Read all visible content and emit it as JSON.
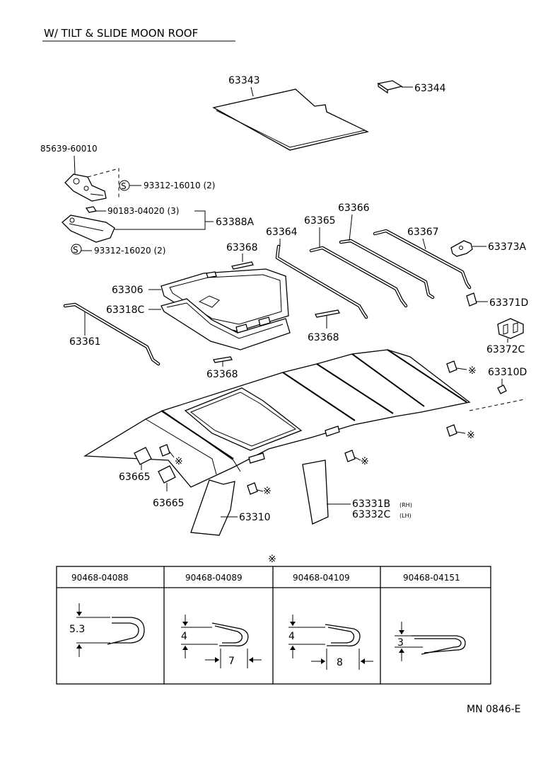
{
  "title": "W/ TILT & SLIDE MOON ROOF",
  "drawing_number": "MN 0846-E",
  "clip_symbol": "※",
  "screw_symbol": "S",
  "labels": {
    "p63343": "63343",
    "p63344": "63344",
    "p85639": "85639-60010",
    "p93312a": "93312-16010 (2)",
    "p90183": "90183-04020 (3)",
    "p63388a": "63388A",
    "p93312b": "93312-16020 (2)",
    "p63368a": "63368",
    "p63364": "63364",
    "p63365": "63365",
    "p63366": "63366",
    "p63367": "63367",
    "p63373a": "63373A",
    "p63306": "63306",
    "p63318c": "63318C",
    "p63371d": "63371D",
    "p63361": "63361",
    "p63368b": "63368",
    "p63368c": "63368",
    "p63372c": "63372C",
    "p63310d": "63310D",
    "p63665a": "63665",
    "p63665b": "63665",
    "p63310": "63310",
    "p63331b": "63331B",
    "p63332c": "63332C",
    "rh": "(RH)",
    "lh": "(LH)"
  },
  "clip_table": {
    "columns": [
      {
        "part": "90468-04088",
        "height": "5.3",
        "width": ""
      },
      {
        "part": "90468-04089",
        "height": "4",
        "width": "7"
      },
      {
        "part": "90468-04109",
        "height": "4",
        "width": "8"
      },
      {
        "part": "90468-04151",
        "height": "3",
        "width": ""
      }
    ]
  }
}
